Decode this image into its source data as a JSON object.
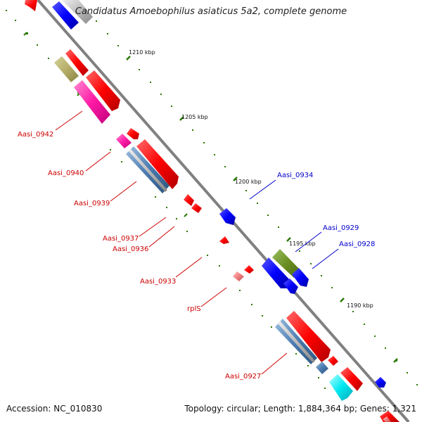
{
  "title": "Candidatus Amoebophilus asiaticus 5a2, complete genome",
  "footer": {
    "accession": "Accession: NC_010830",
    "summary": "Topology: circular; Length: 1,884,364 bp; Genes: 1,321"
  },
  "scale_labels": [
    "1210 kbp",
    "1205 kbp",
    "1200 kbp",
    "1195 kbp",
    "1190 kbp"
  ],
  "gene_labels": [
    "Aasi_0942",
    "Aasi_0940",
    "Aasi_0939",
    "Aasi_0937",
    "Aasi_0936",
    "Aasi_0933",
    "rplS",
    "Aasi_0927",
    "Aasi_0934",
    "Aasi_0929",
    "Aasi_0928"
  ],
  "colors": {
    "forward_label": "#cc0000",
    "reverse_label": "#0000cc",
    "backbone": "#808080",
    "tick": "#2a7a00"
  }
}
